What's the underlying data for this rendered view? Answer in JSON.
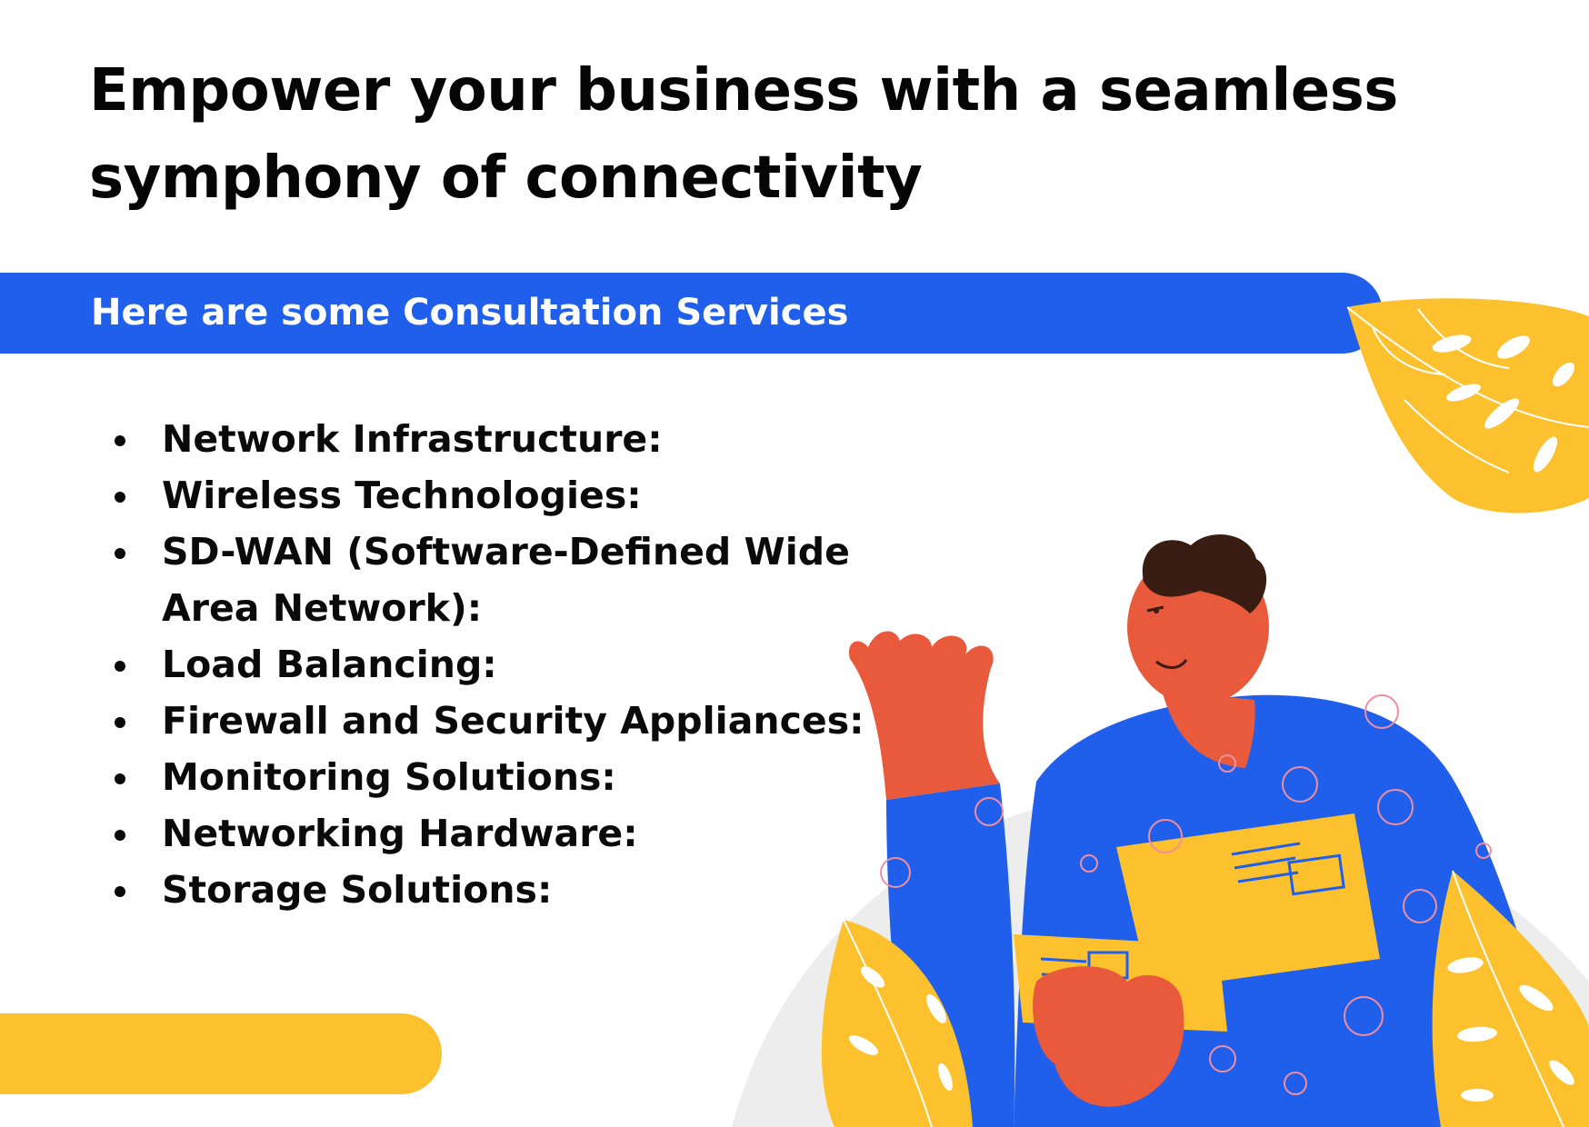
{
  "header": {
    "title": "Empower your business with a seamless symphony of connectivity"
  },
  "banner": {
    "label": "Here are some Consultation Services",
    "color": "#1f5fec"
  },
  "services": {
    "items": [
      "Network Infrastructure:",
      "Wireless Technologies:",
      "SD-WAN (Software-Defined Wide Area Network):",
      "Load Balancing:",
      "Firewall and Security Appliances:",
      "Monitoring Solutions:",
      "Networking Hardware:",
      "Storage Solutions:"
    ]
  },
  "colors": {
    "accent_blue": "#1f5fec",
    "accent_yellow": "#fcc12c",
    "skin": "#e95a3c",
    "hair": "#3a1d12"
  },
  "illustration": {
    "icons": [
      "monstera-leaf-icon",
      "man-with-envelopes-icon"
    ]
  }
}
